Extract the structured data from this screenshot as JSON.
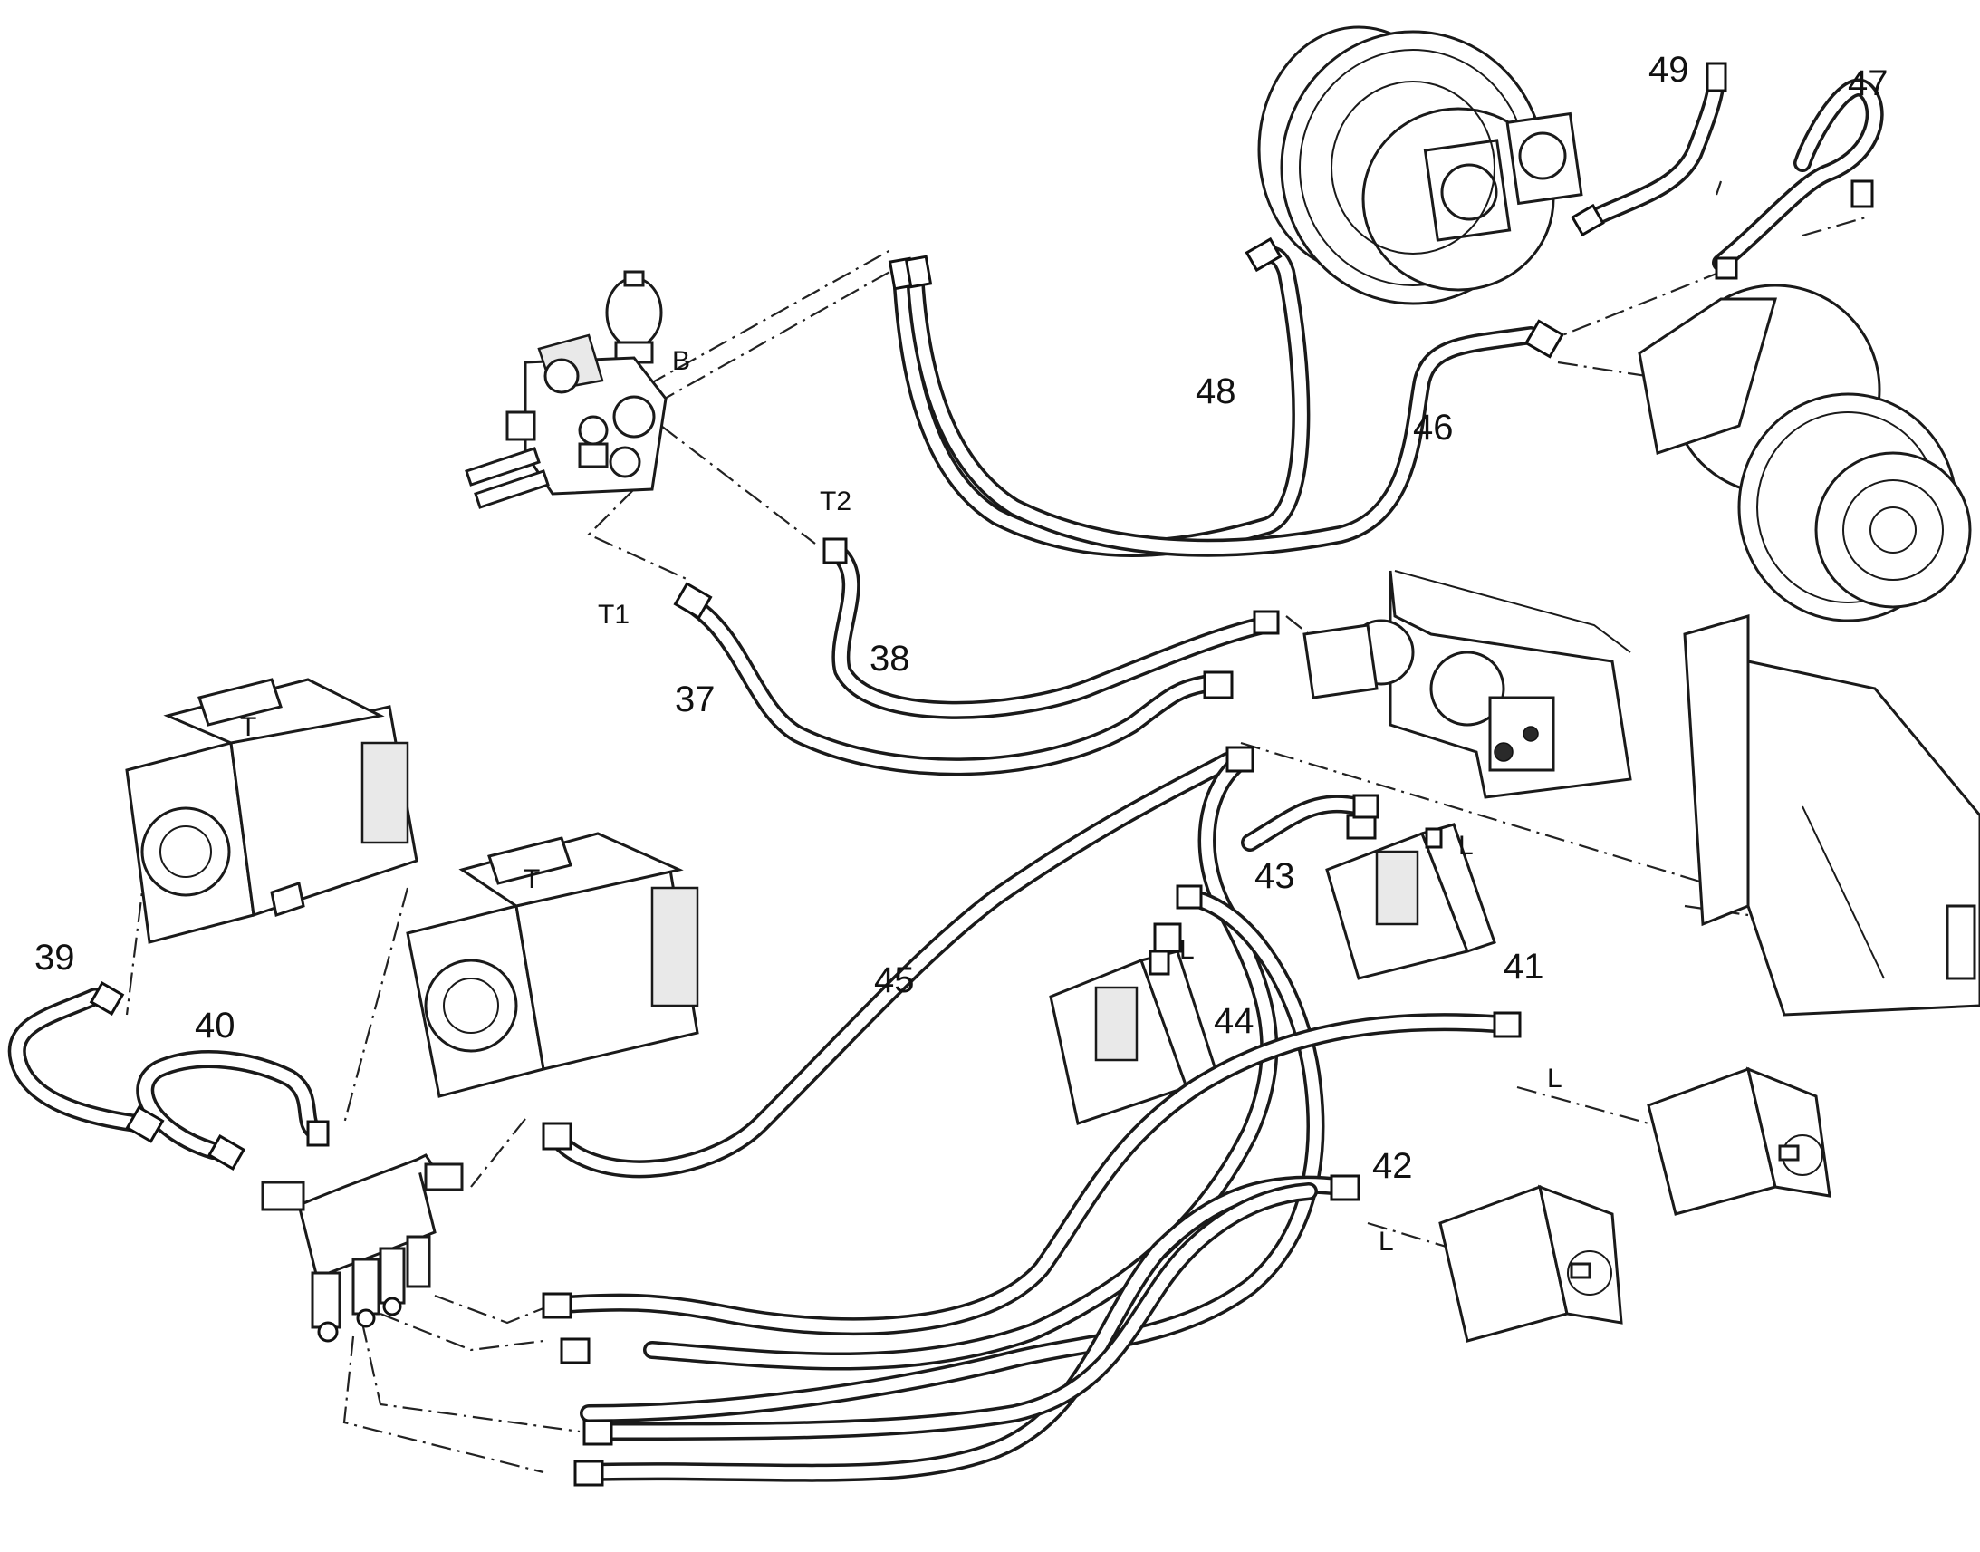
{
  "diagram": {
    "callouts": {
      "c37": "37",
      "c38": "38",
      "c39": "39",
      "c40": "40",
      "c41": "41",
      "c42": "42",
      "c43": "43",
      "c44": "44",
      "c45": "45",
      "c46": "46",
      "c47": "47",
      "c48": "48",
      "c49": "49"
    },
    "ports": {
      "b": "B",
      "t1": "T1",
      "t2": "T2",
      "t_pump1": "T",
      "t_pump2": "T",
      "l_motor43": "L",
      "l_motor44": "L",
      "l_motor41": "L",
      "l_motor42": "L"
    }
  }
}
